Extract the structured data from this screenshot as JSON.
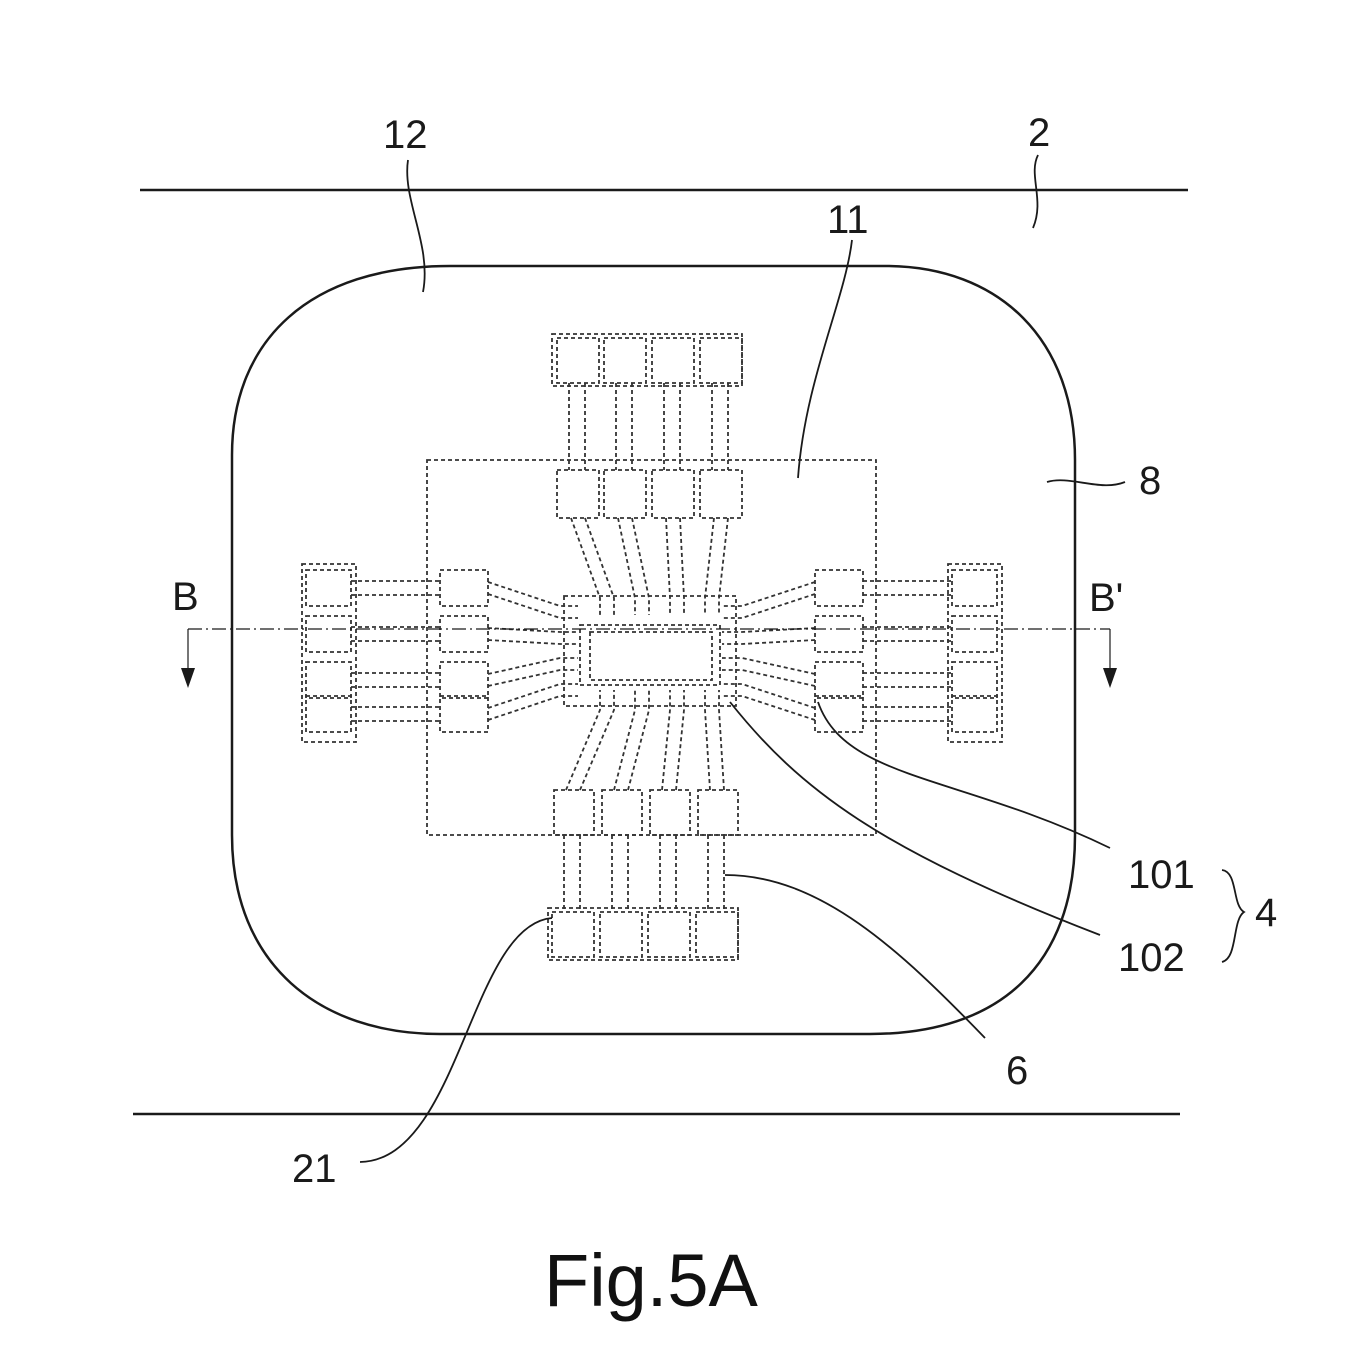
{
  "labels": {
    "ref_2": "2",
    "ref_12": "12",
    "ref_11": "11",
    "ref_8": "8",
    "ref_B": "B",
    "ref_B_prime": "B'",
    "ref_101": "101",
    "ref_102": "102",
    "ref_4": "4",
    "ref_6": "6",
    "ref_21": "21"
  },
  "caption": "Fig.5A"
}
